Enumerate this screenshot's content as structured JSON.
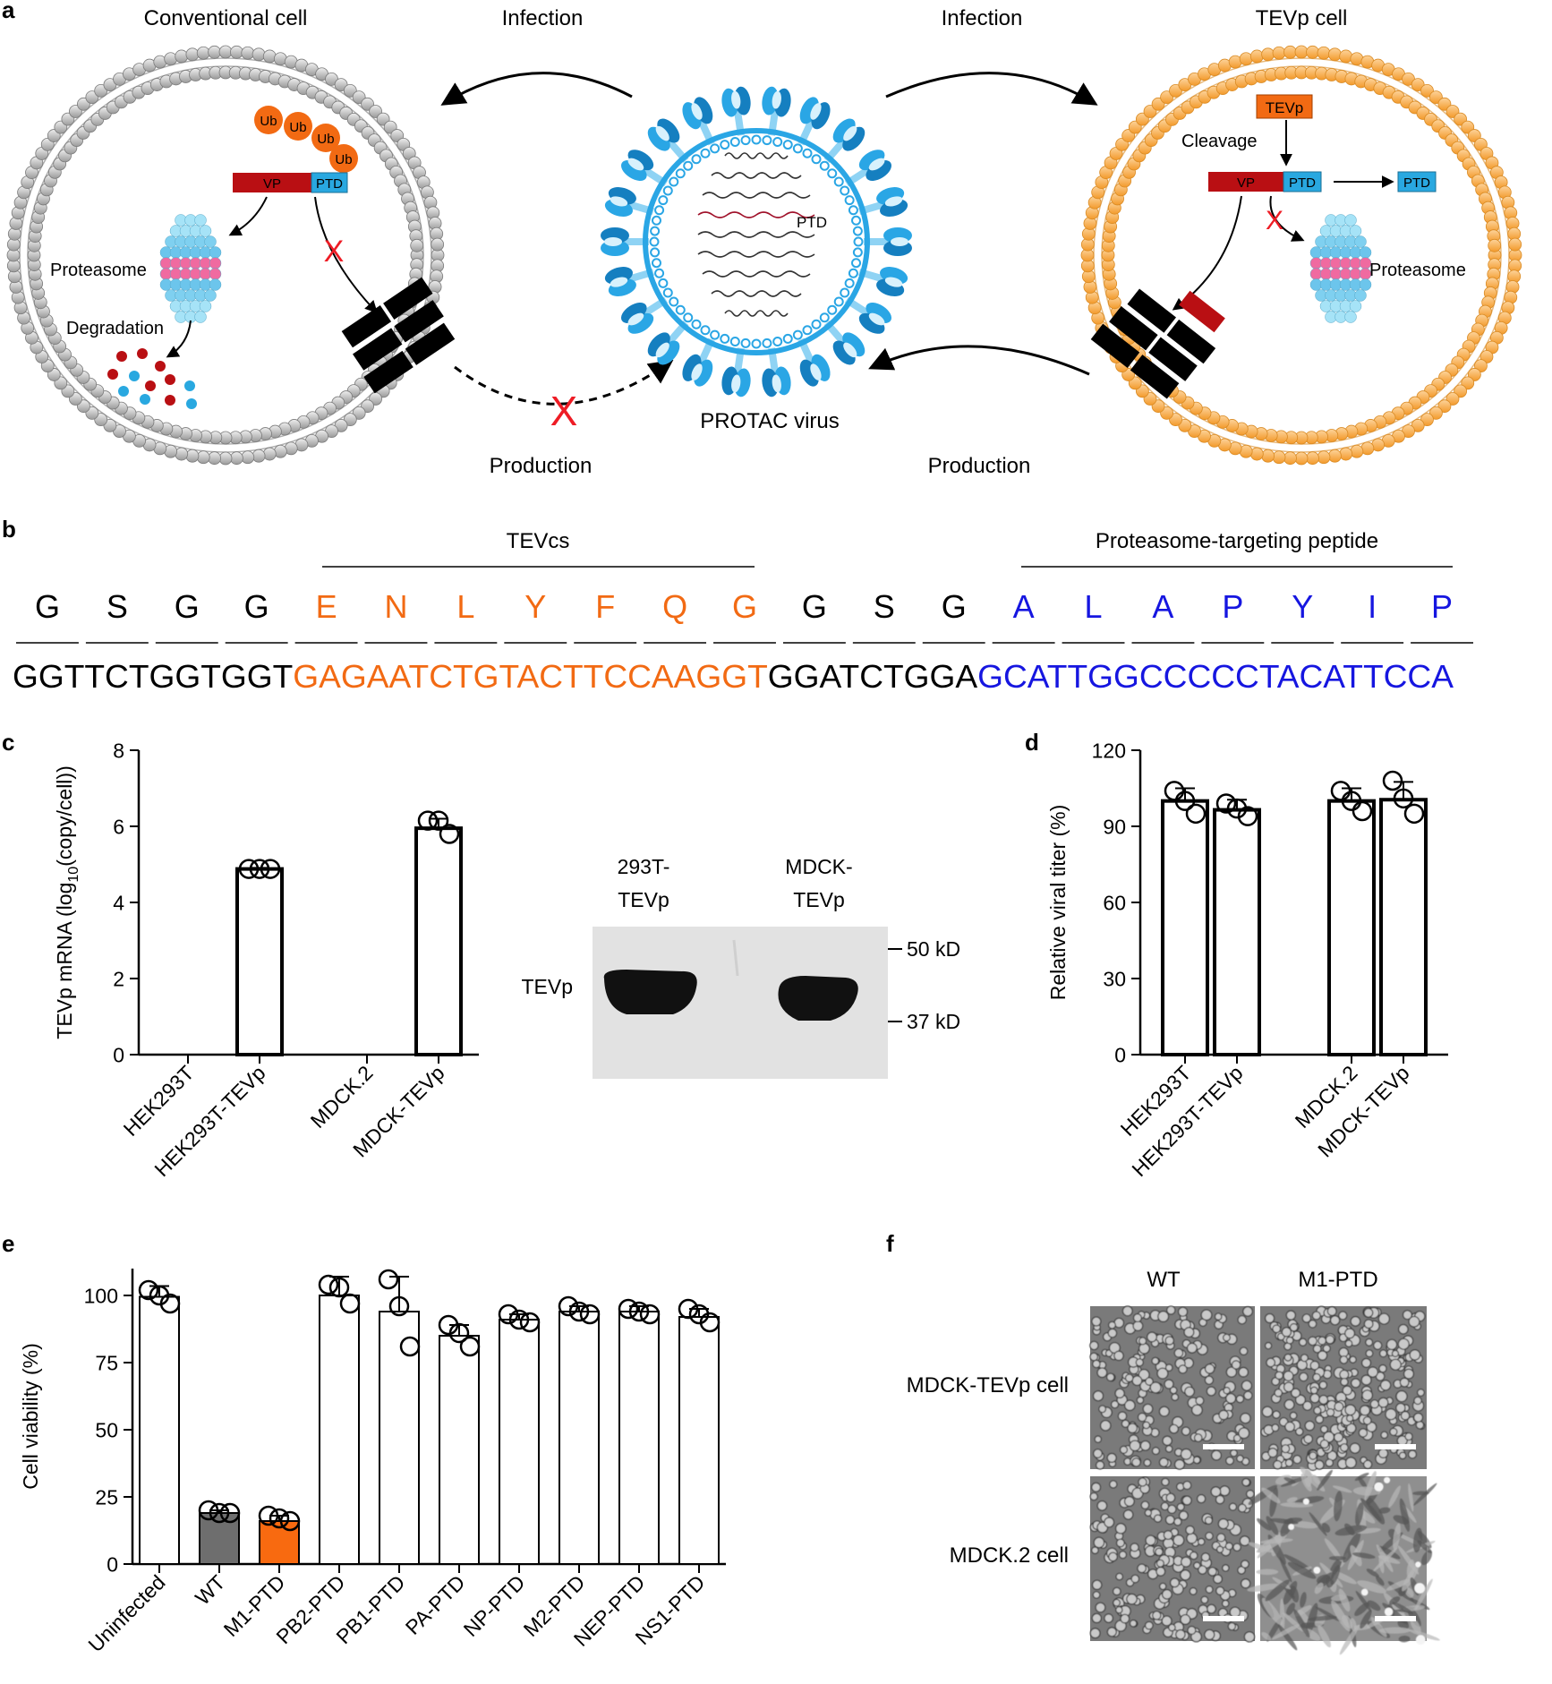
{
  "panel_a": {
    "letter": "a",
    "conventional_cell": "Conventional cell",
    "tevp_cell": "TEVp cell",
    "infection_left": "Infection",
    "infection_right": "Infection",
    "production_left": "Production",
    "production_right": "Production",
    "virus": "PROTAC virus",
    "ub": "Ub",
    "vp": "VP",
    "ptd": "PTD",
    "proteasome": "Proteasome",
    "degradation": "Degradation",
    "tevp": "TEVp",
    "cleavage": "Cleavage",
    "block_mark": "X",
    "colors": {
      "ub": "#f26a13",
      "vp": "#b90f13",
      "ptd": "#29a8e0",
      "membrane_left": "#b5b5b5",
      "membrane_right": "#f6a33a",
      "virus": "#2aa6e5",
      "red_cross": "#ee1c25"
    }
  },
  "panel_b": {
    "letter": "b",
    "tevcs_label": "TEVcs",
    "ptd_label": "Proteasome-targeting peptide",
    "residues": [
      {
        "aa": "G",
        "color": "black"
      },
      {
        "aa": "S",
        "color": "black"
      },
      {
        "aa": "G",
        "color": "black"
      },
      {
        "aa": "G",
        "color": "black"
      },
      {
        "aa": "E",
        "color": "orange"
      },
      {
        "aa": "N",
        "color": "orange"
      },
      {
        "aa": "L",
        "color": "orange"
      },
      {
        "aa": "Y",
        "color": "orange"
      },
      {
        "aa": "F",
        "color": "orange"
      },
      {
        "aa": "Q",
        "color": "orange"
      },
      {
        "aa": "G",
        "color": "orange"
      },
      {
        "aa": "G",
        "color": "black"
      },
      {
        "aa": "S",
        "color": "black"
      },
      {
        "aa": "G",
        "color": "black"
      },
      {
        "aa": "A",
        "color": "blue"
      },
      {
        "aa": "L",
        "color": "blue"
      },
      {
        "aa": "A",
        "color": "blue"
      },
      {
        "aa": "P",
        "color": "blue"
      },
      {
        "aa": "Y",
        "color": "blue"
      },
      {
        "aa": "I",
        "color": "blue"
      },
      {
        "aa": "P",
        "color": "blue"
      }
    ],
    "dna_black_1": "GGTTCTGGTGGT",
    "dna_orange": "GAGAATCTGTACTTCCAAGGT",
    "dna_black_2": "GGATCTGGA",
    "dna_blue": "GCATTGGCCCCCTACATTCCA",
    "colors": {
      "orange": "#f26a13",
      "blue": "#1616e0",
      "black": "#000000"
    }
  },
  "panel_c": {
    "letter": "c",
    "blot": {
      "lane1": [
        "293T-",
        "TEVp"
      ],
      "lane2": [
        "MDCK-",
        "TEVp"
      ],
      "band_label": "TEVp",
      "markers": [
        "50 kD",
        "37 kD"
      ]
    }
  },
  "panel_d": {
    "letter": "d"
  },
  "panel_e": {
    "letter": "e"
  },
  "panel_f": {
    "letter": "f",
    "col1": "WT",
    "col2": "M1-PTD",
    "row1": "MDCK-TEVp cell",
    "row2": "MDCK.2 cell"
  },
  "chart_data": [
    {
      "id": "c",
      "type": "bar",
      "categories": [
        "HEK293T",
        "HEK293T-TEVp",
        "MDCK.2",
        "MDCK-TEVp"
      ],
      "values": [
        0,
        4.88,
        0,
        5.95
      ],
      "errors": [
        0,
        0.03,
        0,
        0.25
      ],
      "points": [
        [],
        [
          4.88,
          4.88,
          4.88
        ],
        [],
        [
          6.15,
          6.15,
          5.8
        ]
      ],
      "ylabel_pre": "TEVp mRNA (log",
      "ylabel_sub": "10",
      "ylabel_post": "(copy/cell))",
      "ylim": [
        0,
        8
      ],
      "yticks": [
        0,
        2,
        4,
        6,
        8
      ],
      "ytick_labels": [
        "0",
        "2",
        "4",
        "6",
        "8"
      ]
    },
    {
      "id": "d",
      "type": "bar",
      "categories": [
        "HEK293T",
        "HEK293T-TEVp",
        "MDCK.2",
        "MDCK-TEVp"
      ],
      "values": [
        100,
        96.5,
        100,
        100.5
      ],
      "errors": [
        5,
        4,
        5,
        7
      ],
      "points": [
        [
          104,
          100,
          95
        ],
        [
          99,
          97,
          94
        ],
        [
          104,
          100,
          96
        ],
        [
          108,
          101,
          95
        ]
      ],
      "ylabel": "Relative viral titer (%)",
      "ylim": [
        0,
        120
      ],
      "yticks": [
        0,
        30,
        60,
        90,
        120
      ],
      "ytick_labels": [
        "0",
        "30",
        "60",
        "90",
        "120"
      ]
    },
    {
      "id": "e",
      "type": "bar",
      "categories": [
        "Uninfected",
        "WT",
        "M1-PTD",
        "PB2-PTD",
        "PB1-PTD",
        "PA-PTD",
        "NP-PTD",
        "M2-PTD",
        "NEP-PTD",
        "NS1-PTD"
      ],
      "values": [
        99.5,
        19,
        16,
        100,
        94,
        85,
        91,
        94,
        94,
        92
      ],
      "errors": [
        4,
        1,
        2,
        7,
        13,
        4,
        2,
        2,
        2,
        3
      ],
      "points": [
        [
          102,
          100,
          97
        ],
        [
          20,
          19,
          19
        ],
        [
          18,
          17,
          16
        ],
        [
          104,
          103,
          97
        ],
        [
          106,
          96,
          81
        ],
        [
          89,
          86,
          81
        ],
        [
          93,
          91,
          90
        ],
        [
          96,
          94,
          93
        ],
        [
          95,
          94,
          93
        ],
        [
          95,
          93,
          90
        ]
      ],
      "fills": [
        "#ffffff",
        "#6e6e6e",
        "#f86a10",
        "#ffffff",
        "#ffffff",
        "#ffffff",
        "#ffffff",
        "#ffffff",
        "#ffffff",
        "#ffffff"
      ],
      "ylabel": "Cell viability (%)",
      "ylim": [
        0,
        110
      ],
      "yticks": [
        0,
        25,
        50,
        75,
        100
      ],
      "ytick_labels": [
        "0",
        "25",
        "50",
        "75",
        "100"
      ]
    }
  ]
}
